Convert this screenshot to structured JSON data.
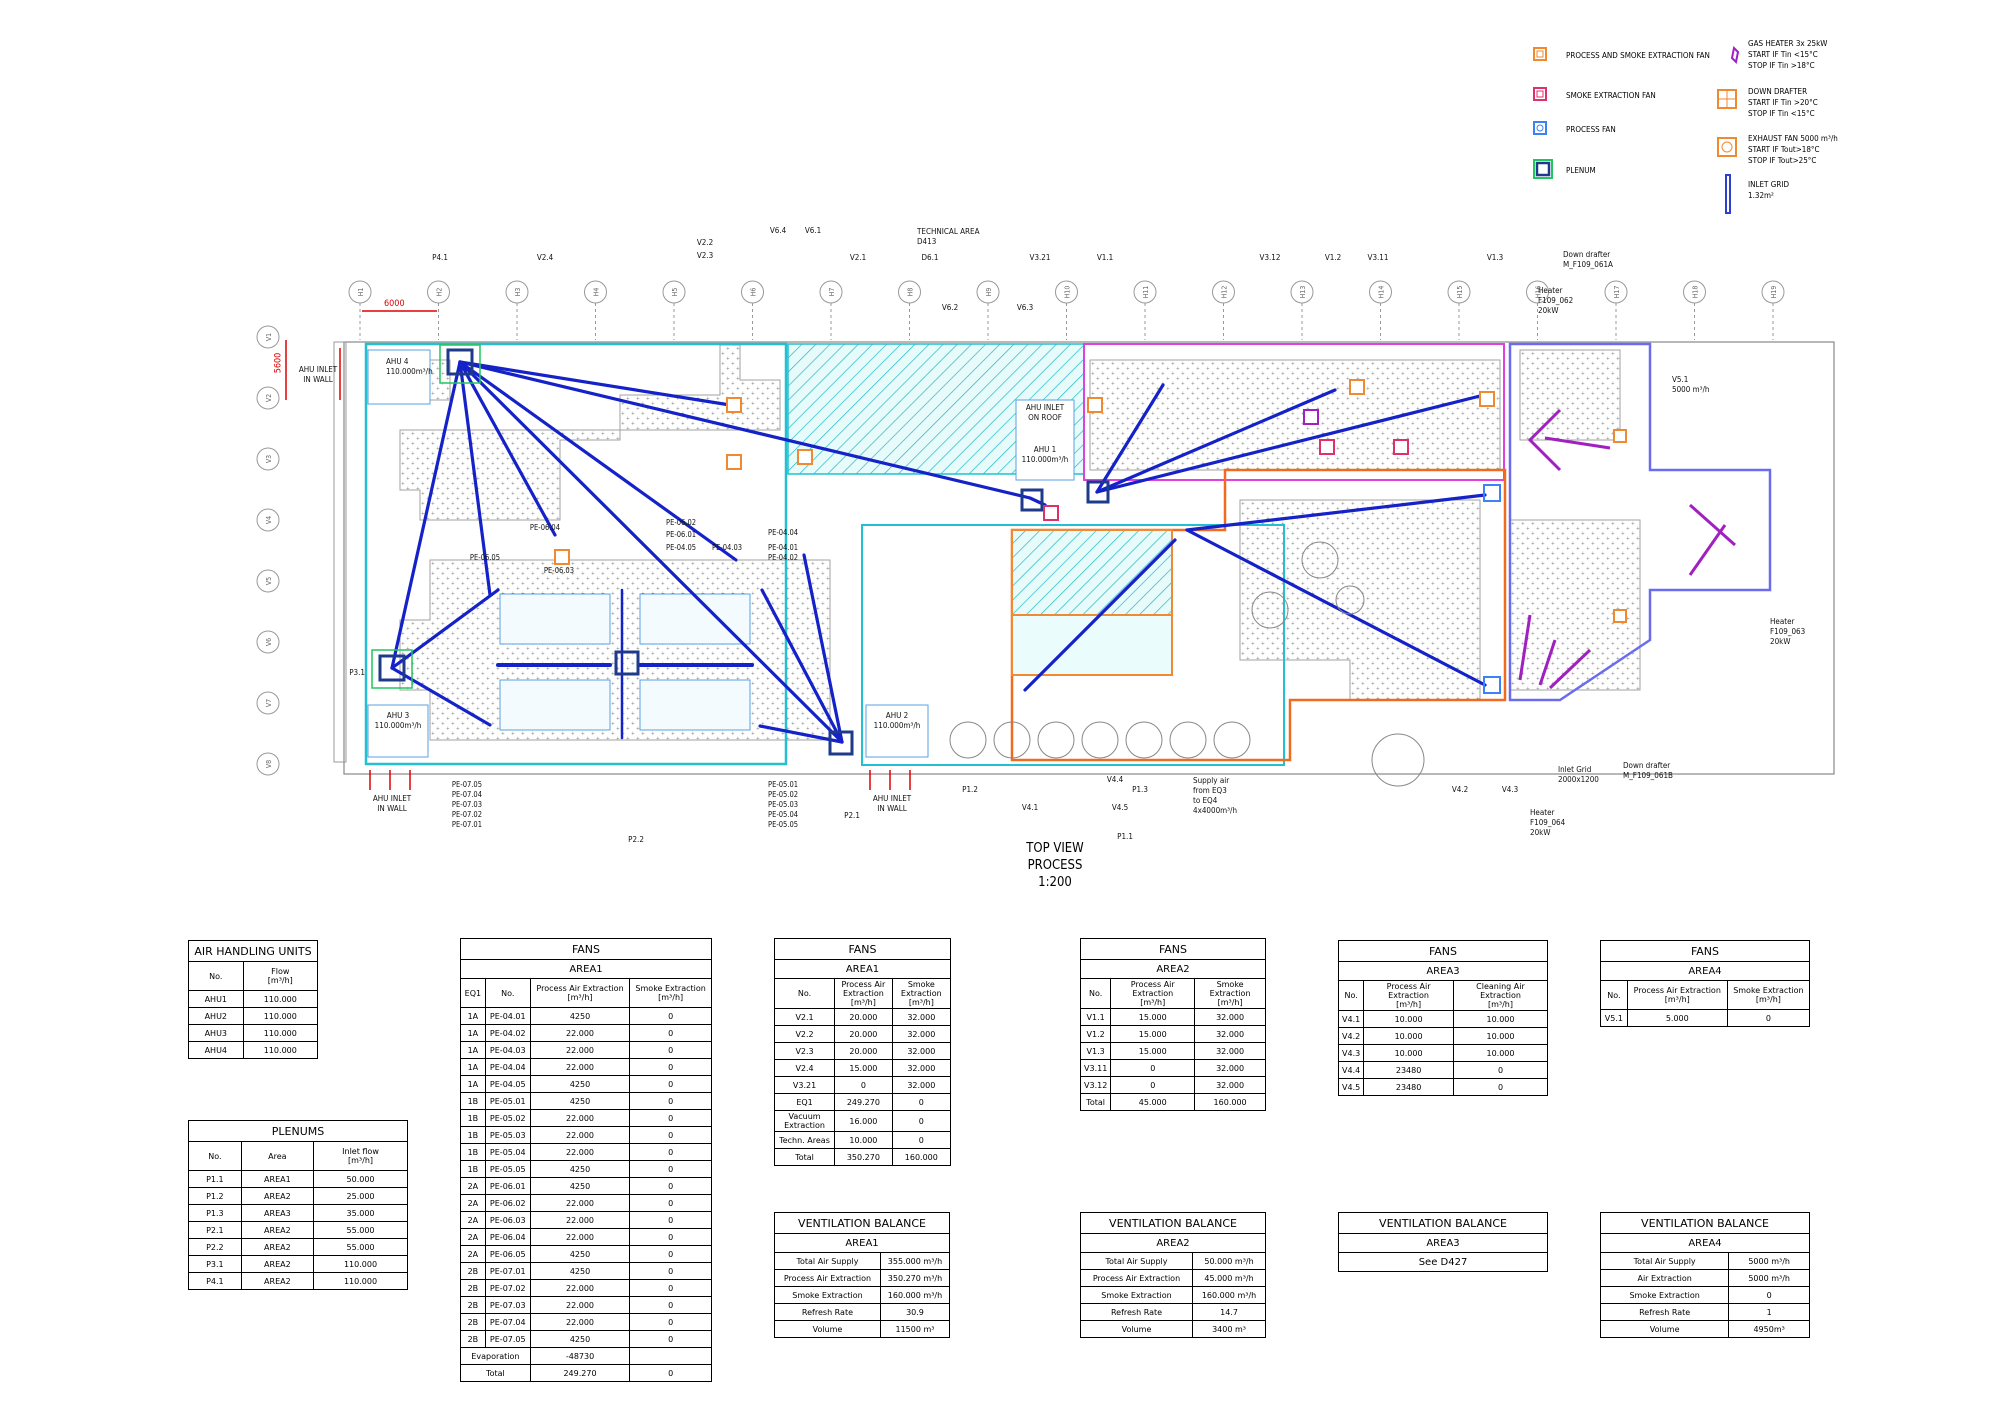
{
  "legend": [
    {
      "label": "PROCESS AND SMOKE EXTRACTION FAN",
      "icon": "process-smoke-fan-icon"
    },
    {
      "label": "SMOKE EXTRACTION FAN",
      "icon": "smoke-fan-icon"
    },
    {
      "label": "PROCESS FAN",
      "icon": "process-fan-icon"
    },
    {
      "label": "PLENUM",
      "icon": "plenum-icon"
    }
  ],
  "legend2": [
    {
      "lines": [
        "GAS HEATER 3x 25kW",
        "START IF      Tin <15°C",
        "STOP IF        Tin >18°C"
      ],
      "icon": "gas-heater-icon"
    },
    {
      "lines": [
        "DOWN DRAFTER",
        "START IF      Tin >20°C",
        "STOP IF        Tin <15°C"
      ],
      "icon": "down-drafter-icon"
    },
    {
      "lines": [
        "EXHAUST FAN 5000 m³/h",
        "START IF      Tout>18°C",
        "STOP IF        Tout>25°C"
      ],
      "icon": "exhaust-fan-icon"
    },
    {
      "lines": [
        "INLET GRID",
        "1.32m²"
      ],
      "icon": "inlet-grid-icon"
    }
  ],
  "plan_title": [
    "TOP VIEW",
    "PROCESS",
    "1:200"
  ],
  "dimension_h": "6000",
  "dimension_v": "5600",
  "grid_cols": [
    "H1",
    "H2",
    "H3",
    "H4",
    "H5",
    "H6",
    "H7",
    "H8",
    "H9",
    "H10",
    "H11",
    "H12",
    "H13",
    "H14",
    "H15",
    "H16",
    "H17",
    "H18",
    "H19"
  ],
  "grid_rows": [
    "V1",
    "V2",
    "V3",
    "V4",
    "V5",
    "V6",
    "V7",
    "V8"
  ],
  "labels": {
    "ahu4": [
      "AHU 4",
      "110.000m³/h"
    ],
    "ahu3": [
      "AHU 3",
      "110.000m³/h"
    ],
    "ahu2": [
      "AHU 2",
      "110.000m³/h"
    ],
    "ahu1": [
      "AHU 1",
      "110.000m³/h"
    ],
    "ahu_inlet_wall_left": [
      "AHU INLET",
      "IN WALL"
    ],
    "ahu_inlet_wall_bottom1": [
      "AHU INLET",
      "IN WALL"
    ],
    "ahu_inlet_wall_bottom2": [
      "AHU INLET",
      "IN WALL"
    ],
    "ahu_inlet_roof": [
      "AHU INLET",
      "ON ROOF"
    ],
    "tech_area": [
      "TECHNICAL AREA",
      "D413"
    ],
    "v51": [
      "V5.1",
      "5000 m³/h"
    ],
    "heater062": [
      "Heater",
      "F109_062",
      "20kW"
    ],
    "heater063": [
      "Heater",
      "F109_063",
      "20kW"
    ],
    "heater064": [
      "Heater",
      "F109_064",
      "20kW"
    ],
    "downdrafter_a": [
      "Down drafter",
      "M_F109_061A"
    ],
    "downdrafter_b": [
      "Down drafter",
      "M_F109_061B"
    ],
    "inlet_grid": [
      "Inlet Grid",
      "2000x1200"
    ],
    "supply_air": [
      "Supply air",
      "from EQ3",
      "to EQ4",
      "4x4000m³/h"
    ],
    "top": [
      "P4.1",
      "V2.4",
      "V2.2",
      "V2.3",
      "V6.4",
      "V6.1",
      "V2.1",
      "D6.1",
      "V6.2",
      "V6.3",
      "V3.21",
      "V1.1",
      "V3.12",
      "V1.2",
      "V3.11",
      "V1.3"
    ],
    "pe_left": [
      "PE-07.05",
      "PE-07.04",
      "PE-07.03",
      "PE-07.02",
      "PE-07.01"
    ],
    "pe_right": [
      "PE-05.01",
      "PE-05.02",
      "PE-05.03",
      "PE-05.04",
      "PE-05.05"
    ],
    "pe_top": [
      "PE-06.05",
      "PE-06.04",
      "PE-06.03",
      "PE-06.02",
      "PE-06.01",
      "PE-04.05",
      "PE-04.04",
      "PE-04.03",
      "PE-04.02",
      "PE-04.01"
    ],
    "bottom": [
      "P2.2",
      "P2.1",
      "P1.2",
      "V4.1",
      "V4.4",
      "P1.3",
      "V4.5",
      "P1.1",
      "V4.2",
      "V4.3"
    ],
    "p31": "P3.1"
  },
  "ahu_table": {
    "title": "AIR HANDLING UNITS",
    "headers": [
      "No.",
      "Flow\n[m³/h]"
    ],
    "rows": [
      [
        "AHU1",
        "110.000"
      ],
      [
        "AHU2",
        "110.000"
      ],
      [
        "AHU3",
        "110.000"
      ],
      [
        "AHU4",
        "110.000"
      ]
    ]
  },
  "plenums_table": {
    "title": "PLENUMS",
    "headers": [
      "No.",
      "Area",
      "Inlet flow\n[m³/h]"
    ],
    "rows": [
      [
        "P1.1",
        "AREA1",
        "50.000"
      ],
      [
        "P1.2",
        "AREA2",
        "25.000"
      ],
      [
        "P1.3",
        "AREA3",
        "35.000"
      ],
      [
        "P2.1",
        "AREA2",
        "55.000"
      ],
      [
        "P2.2",
        "AREA2",
        "55.000"
      ],
      [
        "P3.1",
        "AREA2",
        "110.000"
      ],
      [
        "P4.1",
        "AREA2",
        "110.000"
      ]
    ]
  },
  "fans_area1_pe": {
    "title": "FANS",
    "subtitle": "AREA1",
    "headers": [
      "EQ1",
      "No.",
      "Process Air Extraction\n[m³/h]",
      "Smoke Extraction\n[m³/h]"
    ],
    "rows": [
      [
        "1A",
        "PE-04.01",
        "4250",
        "0"
      ],
      [
        "1A",
        "PE-04.02",
        "22.000",
        "0"
      ],
      [
        "1A",
        "PE-04.03",
        "22.000",
        "0"
      ],
      [
        "1A",
        "PE-04.04",
        "22.000",
        "0"
      ],
      [
        "1A",
        "PE-04.05",
        "4250",
        "0"
      ],
      [
        "1B",
        "PE-05.01",
        "4250",
        "0"
      ],
      [
        "1B",
        "PE-05.02",
        "22.000",
        "0"
      ],
      [
        "1B",
        "PE-05.03",
        "22.000",
        "0"
      ],
      [
        "1B",
        "PE-05.04",
        "22.000",
        "0"
      ],
      [
        "1B",
        "PE-05.05",
        "4250",
        "0"
      ],
      [
        "2A",
        "PE-06.01",
        "4250",
        "0"
      ],
      [
        "2A",
        "PE-06.02",
        "22.000",
        "0"
      ],
      [
        "2A",
        "PE-06.03",
        "22.000",
        "0"
      ],
      [
        "2A",
        "PE-06.04",
        "22.000",
        "0"
      ],
      [
        "2A",
        "PE-06.05",
        "4250",
        "0"
      ],
      [
        "2B",
        "PE-07.01",
        "4250",
        "0"
      ],
      [
        "2B",
        "PE-07.02",
        "22.000",
        "0"
      ],
      [
        "2B",
        "PE-07.03",
        "22.000",
        "0"
      ],
      [
        "2B",
        "PE-07.04",
        "22.000",
        "0"
      ],
      [
        "2B",
        "PE-07.05",
        "4250",
        "0"
      ]
    ],
    "footer": [
      [
        "Evaporation",
        "-48730",
        ""
      ],
      [
        "Total",
        "249.270",
        "0"
      ]
    ]
  },
  "fans_area1_v": {
    "title": "FANS",
    "subtitle": "AREA1",
    "headers": [
      "No.",
      "Process Air\nExtraction [m³/h]",
      "Smoke Extraction\n[m³/h]"
    ],
    "rows": [
      [
        "V2.1",
        "20.000",
        "32.000"
      ],
      [
        "V2.2",
        "20.000",
        "32.000"
      ],
      [
        "V2.3",
        "20.000",
        "32.000"
      ],
      [
        "V2.4",
        "15.000",
        "32.000"
      ],
      [
        "V3.21",
        "0",
        "32.000"
      ],
      [
        "EQ1",
        "249.270",
        "0"
      ],
      [
        "Vacuum Extraction",
        "16.000",
        "0"
      ],
      [
        "Techn. Areas",
        "10.000",
        "0"
      ],
      [
        "Total",
        "350.270",
        "160.000"
      ]
    ]
  },
  "fans_area2": {
    "title": "FANS",
    "subtitle": "AREA2",
    "headers": [
      "No.",
      "Process Air Extraction\n[m³/h]",
      "Smoke Extraction\n[m³/h]"
    ],
    "rows": [
      [
        "V1.1",
        "15.000",
        "32.000"
      ],
      [
        "V1.2",
        "15.000",
        "32.000"
      ],
      [
        "V1.3",
        "15.000",
        "32.000"
      ],
      [
        "V3.11",
        "0",
        "32.000"
      ],
      [
        "V3.12",
        "0",
        "32.000"
      ],
      [
        "Total",
        "45.000",
        "160.000"
      ]
    ]
  },
  "fans_area3": {
    "title": "FANS",
    "subtitle": "AREA3",
    "headers": [
      "No.",
      "Process Air Extraction\n[m³/h]",
      "Cleaning Air Extraction\n[m³/h]"
    ],
    "rows": [
      [
        "V4.1",
        "10.000",
        "10.000"
      ],
      [
        "V4.2",
        "10.000",
        "10.000"
      ],
      [
        "V4.3",
        "10.000",
        "10.000"
      ],
      [
        "V4.4",
        "23480",
        "0"
      ],
      [
        "V4.5",
        "23480",
        "0"
      ]
    ]
  },
  "fans_area4": {
    "title": "FANS",
    "subtitle": "AREA4",
    "headers": [
      "No.",
      "Process Air Extraction\n[m³/h]",
      "Smoke Extraction\n[m³/h]"
    ],
    "rows": [
      [
        "V5.1",
        "5.000",
        "0"
      ]
    ]
  },
  "vb_area1": {
    "title": "VENTILATION BALANCE",
    "subtitle": "AREA1",
    "rows": [
      [
        "Total Air Supply",
        "355.000 m³/h"
      ],
      [
        "Process Air Extraction",
        "350.270 m³/h"
      ],
      [
        "Smoke Extraction",
        "160.000 m³/h"
      ],
      [
        "Refresh Rate",
        "30.9"
      ],
      [
        "Volume",
        "11500 m³"
      ]
    ]
  },
  "vb_area2": {
    "title": "VENTILATION BALANCE",
    "subtitle": "AREA2",
    "rows": [
      [
        "Total Air Supply",
        "50.000 m³/h"
      ],
      [
        "Process Air Extraction",
        "45.000 m³/h"
      ],
      [
        "Smoke Extraction",
        "160.000 m³/h"
      ],
      [
        "Refresh Rate",
        "14.7"
      ],
      [
        "Volume",
        "3400 m³"
      ]
    ]
  },
  "vb_area3": {
    "title": "VENTILATION BALANCE",
    "subtitle": "AREA3",
    "note": "See D427"
  },
  "vb_area4": {
    "title": "VENTILATION BALANCE",
    "subtitle": "AREA4",
    "rows": [
      [
        "Total Air Supply",
        "5000 m³/h"
      ],
      [
        "Air Extraction",
        "5000 m³/h"
      ],
      [
        "Smoke Extraction",
        "0"
      ],
      [
        "Refresh Rate",
        "1"
      ],
      [
        "Volume",
        "4950m³"
      ]
    ]
  }
}
